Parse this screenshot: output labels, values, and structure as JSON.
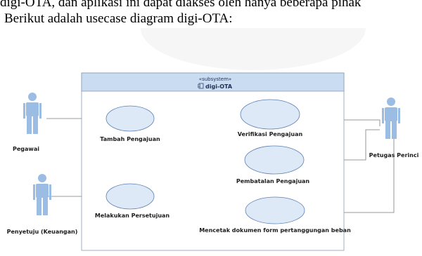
{
  "intro": {
    "previous_line": "digi-OTA, dan aplikasi ini dapat diakses oleh hanya beberapa pihak",
    "text": "Berikut adalah usecase diagram digi-OTA:"
  },
  "diagram": {
    "system": {
      "stereotype": "«subsystem»",
      "icon": "component-icon",
      "name": "digi-OTA"
    },
    "actors": [
      {
        "name": "Pegawai"
      },
      {
        "name": "Penyetuju (Keuangan)"
      },
      {
        "name": "Petugas Perinci"
      }
    ],
    "use_cases": [
      {
        "name": "Tambah Pengajuan"
      },
      {
        "name": "Melakukan Persetujuan"
      },
      {
        "name": "Verifikasi Pengajuan"
      },
      {
        "name": "Pembatalan Pengajuan"
      },
      {
        "name": "Mencetak dokumen form pertanggungan beban"
      }
    ],
    "colors": {
      "actor": "#9bbde3",
      "use_case_fill": "#dde9f7",
      "use_case_stroke": "#5b7fb0",
      "header": "#c9dcf1"
    }
  }
}
